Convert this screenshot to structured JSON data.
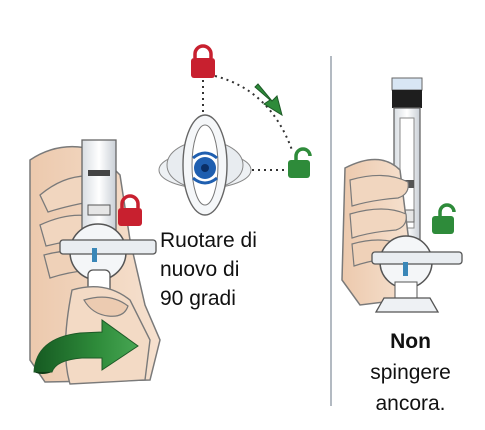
{
  "left_panel": {
    "instruction": "Ruotare di\nnuovo di\n90 gradi",
    "icons": [
      "lock-closed-icon",
      "lock-open-icon",
      "rotate-arrow-icon",
      "curved-arrow-icon"
    ]
  },
  "right_panel": {
    "instruction_bold": "Non",
    "instruction_rest": "spingere\nancora.",
    "icons": [
      "lock-open-icon"
    ]
  },
  "colors": {
    "lock_locked": "#c8202f",
    "lock_unlocked": "#2e8b3a",
    "arrow_green": "#2e8b3a",
    "rotation_blue": "#1f5fb0",
    "divider": "#9aa3ad",
    "skin": "#f1d6bf",
    "skin_outline": "#6f6f6f"
  }
}
